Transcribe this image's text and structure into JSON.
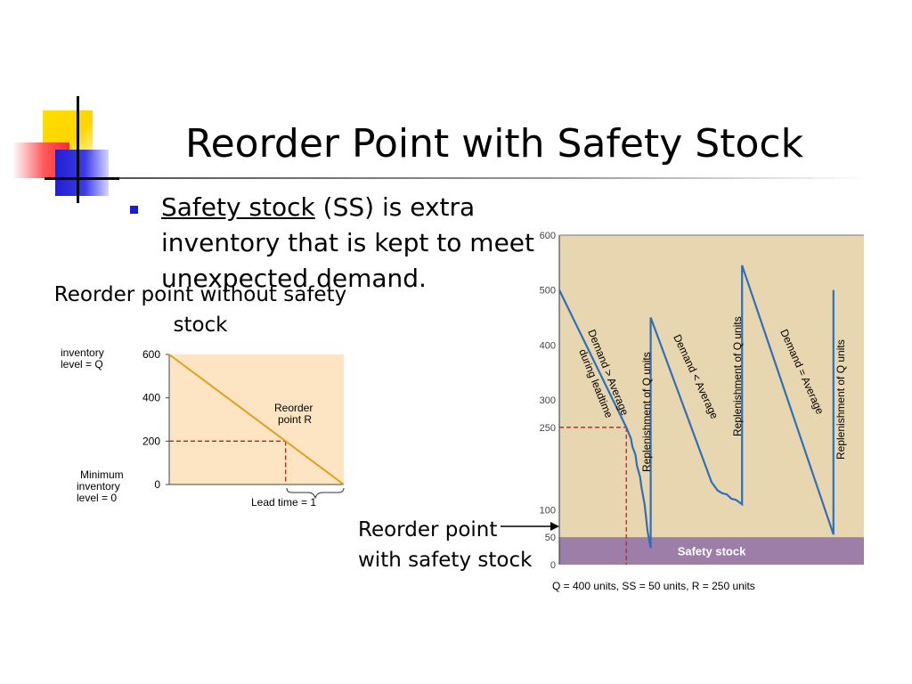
{
  "slide": {
    "title": "Reorder Point with Safety Stock",
    "bullet": {
      "term": "Safety stock",
      "rest": " (SS) is extra inventory that is kept to meet unexpected demand."
    },
    "left_caption": "Reorder point without safety stock",
    "right_caption_line1": "Reorder point",
    "right_caption_line2": "with safety stock"
  },
  "left_chart": {
    "y_label_line1": "inventory",
    "y_label_line2": "level = Q",
    "min_label_line1": "Minimum",
    "min_label_line2": "inventory",
    "min_label_line3": "level = 0",
    "reorder_label_line1": "Reorder",
    "reorder_label_line2": "point R",
    "lead_time_label": "Lead time = 1",
    "ticks": [
      "600",
      "400",
      "200",
      "0"
    ]
  },
  "right_chart": {
    "caption_formula": "Q = 400 units, SS = 50 units, R = 250 units",
    "safety_stock_label": "Safety stock",
    "annotations": {
      "seg1_line1": "Demand > Average",
      "seg1_line2": "during leadtime",
      "rep1": "Replenishment of Q units",
      "seg2": "Demand < Average",
      "rep2": "Replenishment of Q units",
      "seg3": "Demand = Average",
      "rep3": "Replenishment of Q units"
    }
  },
  "chart_data": [
    {
      "type": "line",
      "title": "",
      "xlabel": "",
      "ylabel": "inventory level = Q",
      "ylim": [
        0,
        600
      ],
      "yticks": [
        600,
        400,
        200,
        0
      ],
      "series": [
        {
          "x": [
            0,
            1
          ],
          "y": [
            600,
            0
          ]
        }
      ],
      "reorder_point": 200,
      "annotations": [
        "Reorder point R",
        "Lead time = 1",
        "Minimum inventory level = 0"
      ]
    },
    {
      "type": "line",
      "title": "",
      "xlabel": "",
      "ylabel": "",
      "ylim": [
        0,
        600
      ],
      "yticks": [
        0,
        50,
        100,
        250,
        300,
        400,
        500,
        600
      ],
      "reorder_point": 250,
      "safety_stock": 50,
      "series": [
        {
          "x": [
            0,
            0.22,
            0.3,
            0.3,
            0.5,
            0.6,
            0.6,
            0.9,
            0.9
          ],
          "y": [
            500,
            250,
            30,
            450,
            150,
            110,
            545,
            55,
            500
          ]
        }
      ],
      "annotations": [
        "Demand > Average during leadtime",
        "Demand < Average",
        "Demand = Average",
        "Replenishment of Q units",
        "Safety stock"
      ]
    }
  ]
}
